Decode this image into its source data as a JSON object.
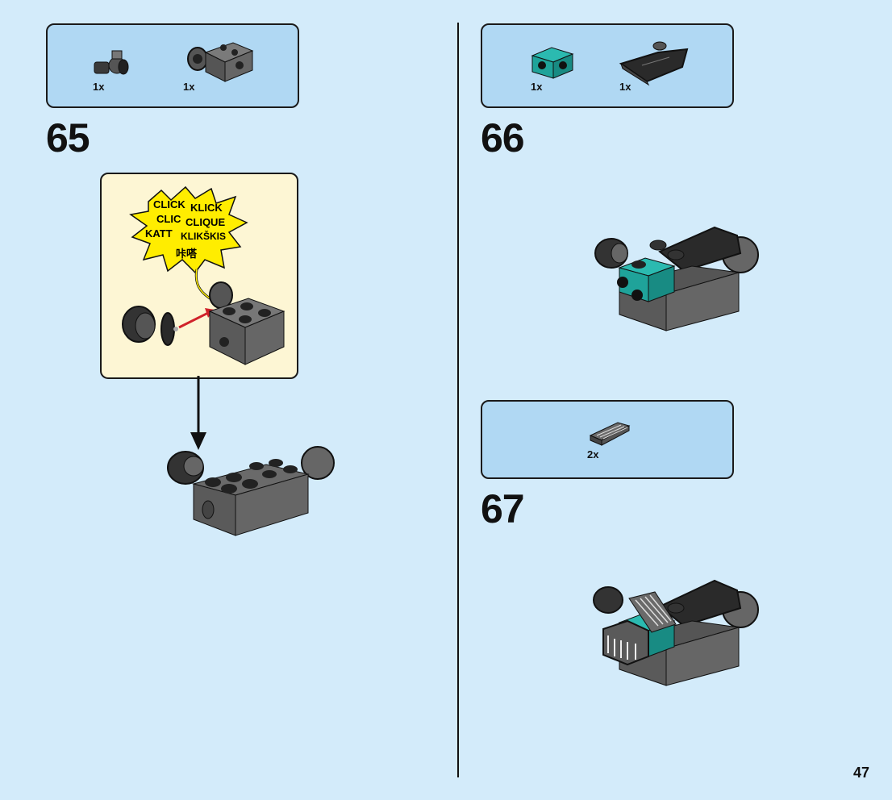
{
  "page": {
    "number": "47"
  },
  "steps": [
    {
      "number": "65",
      "parts": [
        {
          "qty": "1x",
          "icon": "ball-joint-socket-part"
        },
        {
          "qty": "1x",
          "icon": "brick-with-ball-cup-part"
        }
      ]
    },
    {
      "number": "66",
      "parts": [
        {
          "qty": "1x",
          "icon": "teal-bracket-part"
        },
        {
          "qty": "1x",
          "icon": "black-curved-slope-part"
        }
      ]
    },
    {
      "number": "67",
      "parts": [
        {
          "qty": "2x",
          "icon": "grille-slope-part"
        }
      ]
    }
  ],
  "callout": {
    "sound_words": [
      "CLICK",
      "KLICK",
      "CLIC",
      "CLIQUE",
      "KATT",
      "KLIKŠKIS",
      "咔嗒"
    ]
  },
  "colors": {
    "background": "#d3ebfa",
    "parts_box": "#b0d8f3",
    "callout_bg": "#fdf6d4",
    "burst": "#ffed00",
    "teal": "#1fa39a",
    "dark_gray": "#636363",
    "arrow_red": "#d0222a"
  }
}
